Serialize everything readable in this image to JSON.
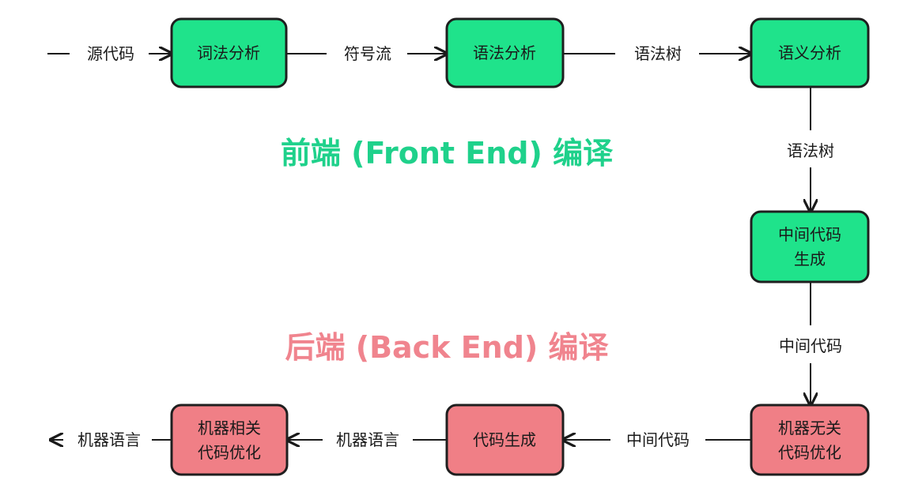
{
  "colors": {
    "front_fill": "#1fe38b",
    "back_fill": "#f07f86",
    "front_title": "#1fd18b",
    "back_title": "#f0848e",
    "stroke": "#1f1f1f"
  },
  "titles": {
    "front": "前端 (Front End) 编译",
    "back": "后端 (Back End) 编译"
  },
  "nodes": {
    "lexical": [
      "词法分析"
    ],
    "syntax": [
      "语法分析"
    ],
    "semantic": [
      "语义分析"
    ],
    "ir_gen": [
      "中间代码",
      "生成"
    ],
    "ir_opt": [
      "机器无关",
      "代码优化"
    ],
    "codegen": [
      "代码生成"
    ],
    "mach_opt": [
      "机器相关",
      "代码优化"
    ]
  },
  "edges": {
    "source_code": "源代码",
    "token_stream": "符号流",
    "syntax_tree_1": "语法树",
    "syntax_tree_2": "语法树",
    "intermediate_code_1": "中间代码",
    "intermediate_code_2": "中间代码",
    "machine_language_1": "机器语言",
    "machine_language_2": "机器语言"
  }
}
